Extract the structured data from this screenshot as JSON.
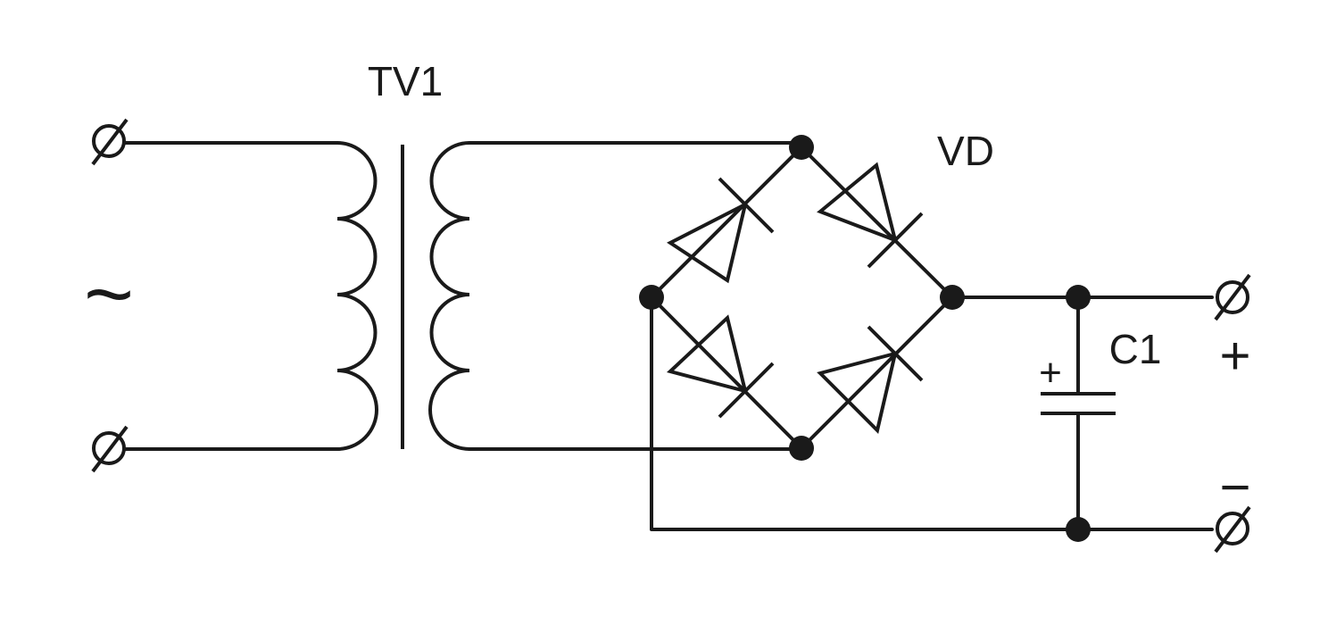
{
  "diagram": {
    "transformer_label": "TV1",
    "bridge_label": "VD",
    "capacitor_label": "C1",
    "capacitor_polarity": "+",
    "ac_symbol": "~",
    "output_positive": "+",
    "output_negative": "−",
    "color": "#1a1a1a"
  }
}
